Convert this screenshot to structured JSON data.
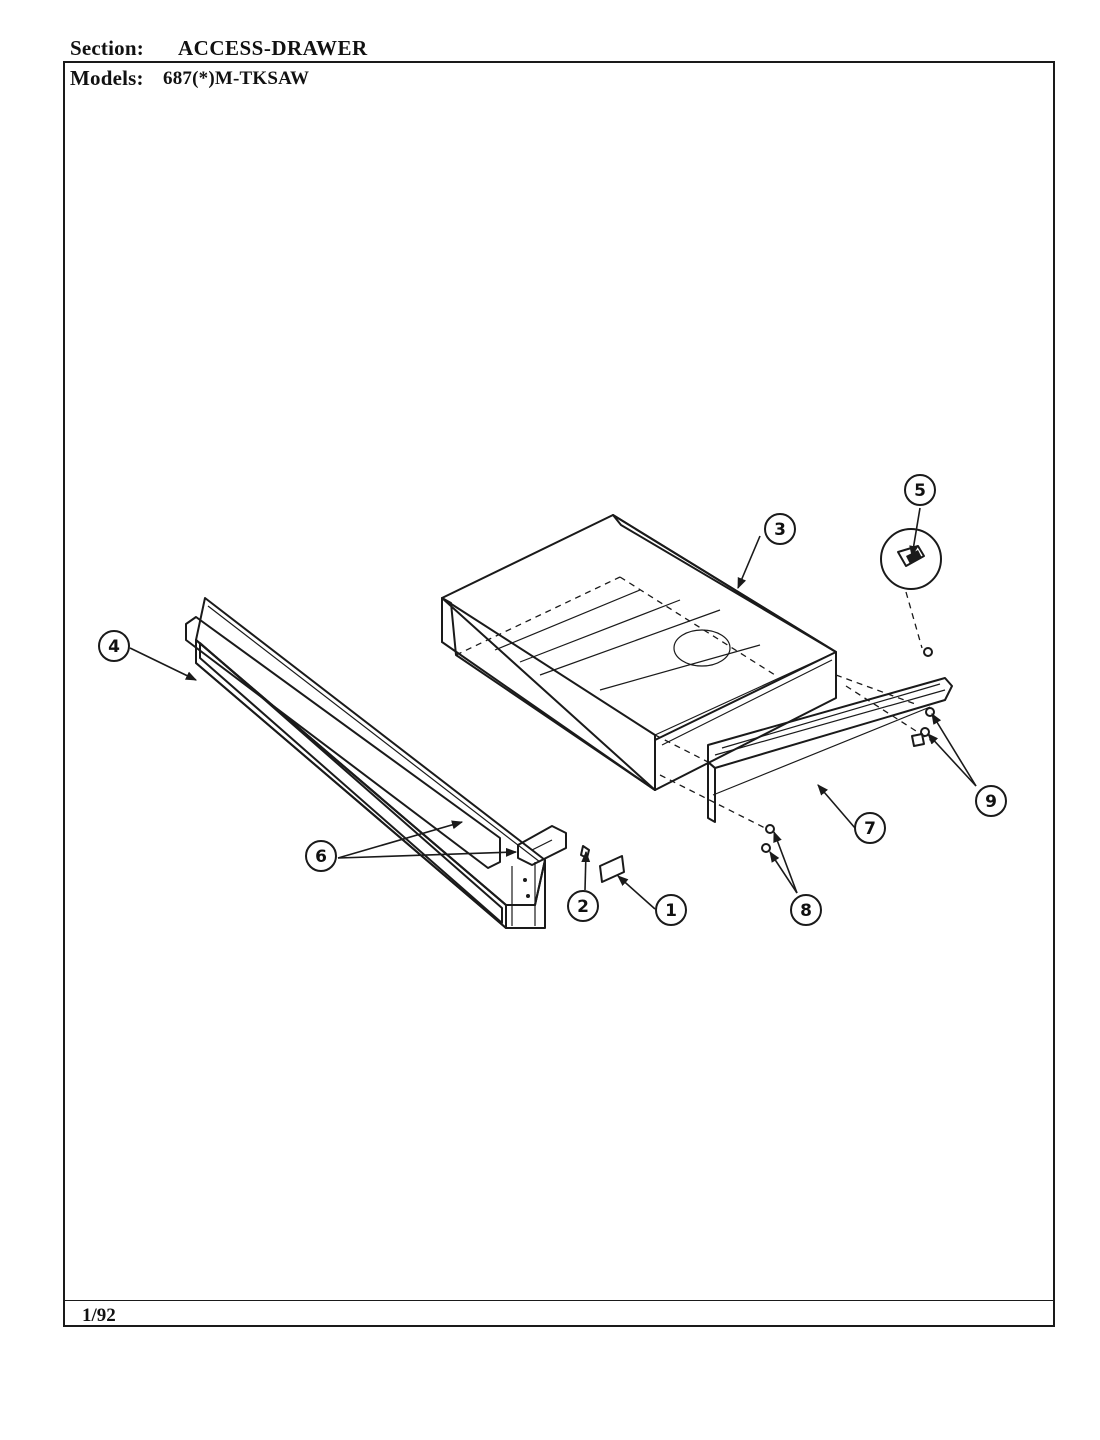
{
  "header": {
    "section_label": "Section:",
    "section_value": "ACCESS-DRAWER",
    "models_label": "Models:",
    "models_value": "687(*)M-TKSAW"
  },
  "footer": {
    "date": "1/92"
  },
  "callouts": [
    "1",
    "2",
    "3",
    "4",
    "5",
    "6",
    "7",
    "8",
    "9"
  ]
}
